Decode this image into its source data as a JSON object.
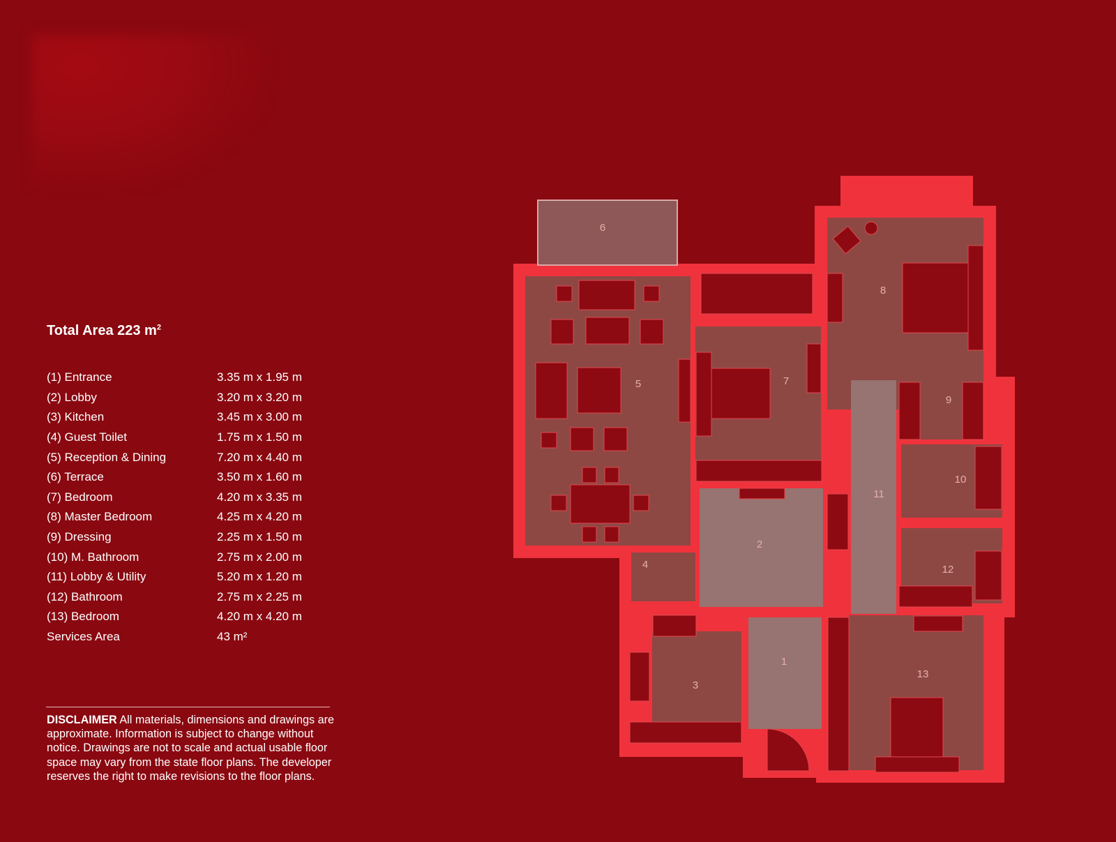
{
  "title": {
    "text": "Total Area 223 m",
    "sup": "2"
  },
  "rooms": [
    {
      "name": "(1) Entrance",
      "size": "3.35 m x 1.95 m"
    },
    {
      "name": "(2) Lobby",
      "size": "3.20 m x 3.20 m"
    },
    {
      "name": "(3) Kitchen",
      "size": "3.45 m x 3.00 m"
    },
    {
      "name": "(4) Guest Toilet",
      "size": "1.75 m x 1.50 m"
    },
    {
      "name": "(5) Reception & Dining",
      "size": "7.20 m x 4.40 m"
    },
    {
      "name": "(6) Terrace",
      "size": "3.50 m x 1.60 m"
    },
    {
      "name": "(7) Bedroom",
      "size": "4.20 m x 3.35 m"
    },
    {
      "name": "(8) Master Bedroom",
      "size": "4.25 m x 4.20 m"
    },
    {
      "name": "(9) Dressing",
      "size": "2.25 m x 1.50 m"
    },
    {
      "name": "(10) M. Bathroom",
      "size": "2.75 m x 2.00 m"
    },
    {
      "name": "(11) Lobby & Utility",
      "size": "5.20 m x 1.20 m"
    },
    {
      "name": "(12) Bathroom",
      "size": "2.75 m x 2.25 m"
    },
    {
      "name": "(13) Bedroom",
      "size": "4.20 m x 4.20 m"
    },
    {
      "name": "Services Area",
      "size": "43 m²"
    }
  ],
  "disclaimer": {
    "heading": "DISCLAIMER",
    "text": " All materials, dimensions and drawings are approximate. Information is subject to change without notice. Drawings are not to scale and actual usable floor space may vary from the state floor plans. The developer reserves the right to make revisions to the floor plans."
  },
  "plan_labels": {
    "r1": "1",
    "r2": "2",
    "r3": "3",
    "r4": "4",
    "r5": "5",
    "r6": "6",
    "r7": "7",
    "r8": "8",
    "r9": "9",
    "r10": "10",
    "r11": "11",
    "r12": "12",
    "r13": "13"
  },
  "colors": {
    "background": "#8a0810",
    "wall": "#f0323c",
    "room": "#8d4844",
    "circulation": "#977371",
    "furniture": "#8e0a12"
  }
}
